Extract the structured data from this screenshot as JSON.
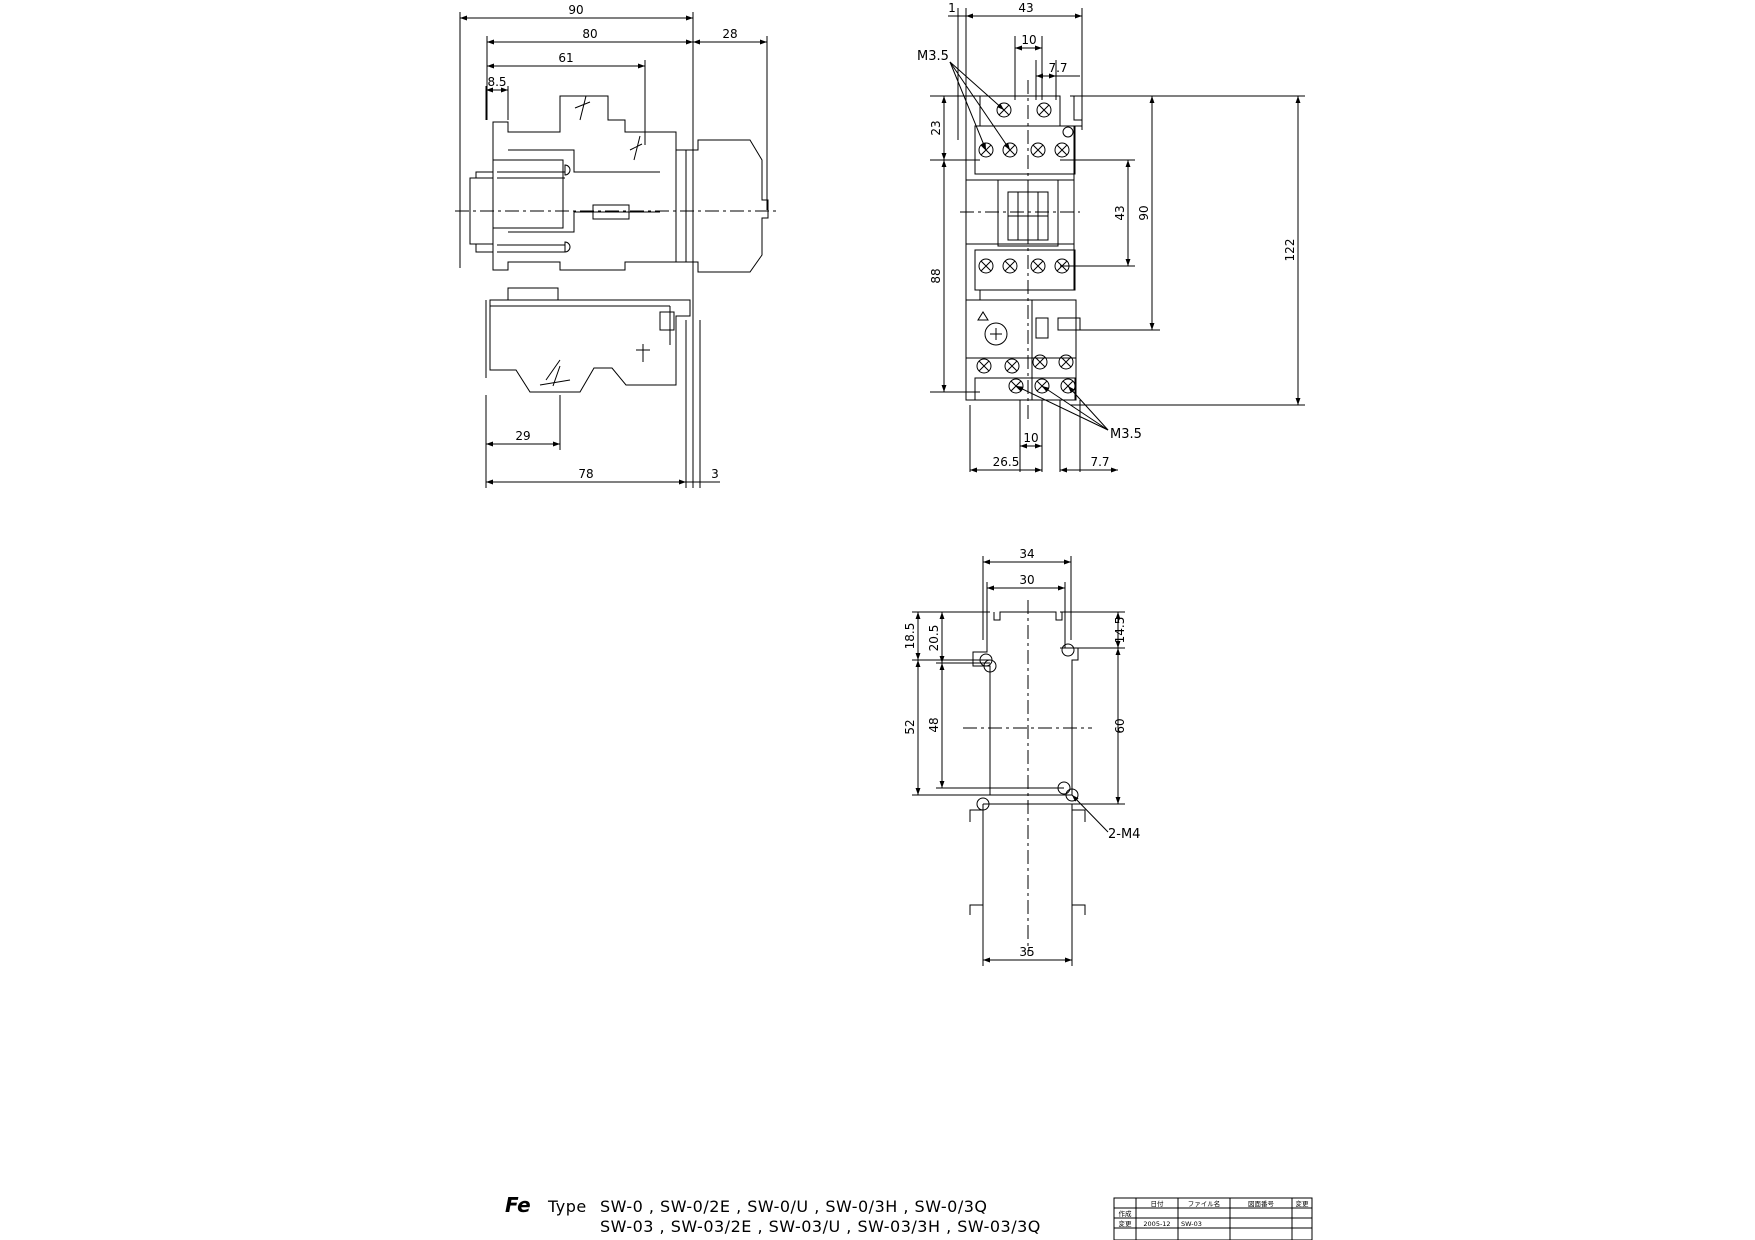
{
  "logo_text": "Fe",
  "type_label": "Type",
  "type_line1": "SW-0 , SW-0/2E , SW-0/U , SW-0/3H , SW-0/3Q",
  "type_line2": "SW-03 , SW-03/2E , SW-03/U , SW-03/3H , SW-03/3Q",
  "side_view": {
    "dims": [
      "90",
      "80",
      "61",
      "8.5",
      "28",
      "29",
      "78",
      "3"
    ]
  },
  "front_view": {
    "dims": [
      "1",
      "43",
      "10",
      "7.7",
      "23",
      "88",
      "43",
      "90",
      "122",
      "10",
      "26.5",
      "7.7"
    ],
    "callouts": [
      "M3.5",
      "M3.5"
    ]
  },
  "mount_view": {
    "dims": [
      "34",
      "30",
      "18.5",
      "20.5",
      "14.5",
      "52",
      "48",
      "60",
      "35"
    ],
    "callouts": [
      "2-M4"
    ]
  },
  "title_block": {
    "headers": [
      "日付",
      "ファイル名",
      "図面番号",
      "変更"
    ],
    "rows": [
      [
        "作成",
        "",
        "",
        "",
        ""
      ],
      [
        "変更",
        "2005-12",
        "SW-03",
        "",
        ""
      ],
      [
        "",
        "",
        "",
        "",
        ""
      ]
    ]
  }
}
